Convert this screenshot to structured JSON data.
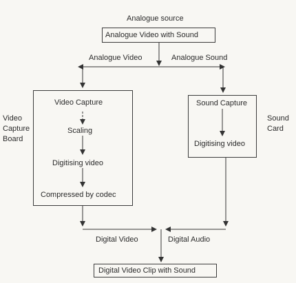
{
  "diagram": {
    "top_label": "Analogue source",
    "source_box": "Analogue Video with Sound",
    "branch_video": "Analogue Video",
    "branch_sound": "Analogue Sound",
    "video_board": {
      "side_label_1": "Video",
      "side_label_2": "Capture",
      "side_label_3": "Board",
      "steps": [
        "Video Capture",
        "Scaling",
        "Digitising video",
        "Compressed by codec"
      ]
    },
    "sound_card": {
      "side_label_1": "Sound",
      "side_label_2": "Card",
      "steps": [
        "Sound Capture",
        "Digitising video"
      ]
    },
    "out_video": "Digital Video",
    "out_audio": "Digital Audio",
    "output_box": "Digital Video Clip with Sound"
  }
}
